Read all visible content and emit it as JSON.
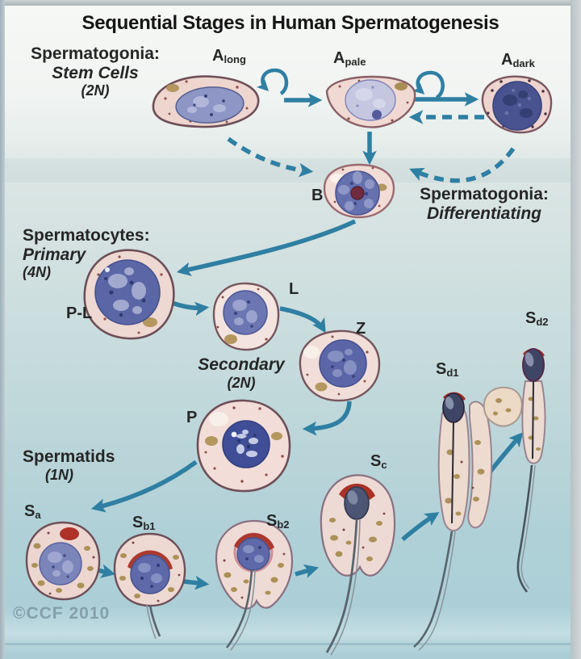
{
  "title": "Sequential Stages in Human Spermatogenesis",
  "copyright": "©CCF 2010",
  "groups": {
    "stem": {
      "line1": "Spermatogonia:",
      "line2": "Stem Cells",
      "line3": "(2N)"
    },
    "differentiating": {
      "line1": "Spermatogonia:",
      "line2": "Differentiating"
    },
    "primary": {
      "line1": "Spermatocytes:",
      "line2": "Primary",
      "line3": "(4N)"
    },
    "secondary": {
      "line1": "Secondary",
      "line2": "(2N)"
    },
    "spermatids": {
      "line1": "Spermatids",
      "line2": "(1N)"
    }
  },
  "stages": {
    "a_long": {
      "base": "A",
      "sub": "long"
    },
    "a_pale": {
      "base": "A",
      "sub": "pale"
    },
    "a_dark": {
      "base": "A",
      "sub": "dark"
    },
    "b": {
      "base": "B",
      "sub": ""
    },
    "p_l": {
      "base": "P-L",
      "sub": ""
    },
    "l": {
      "base": "L",
      "sub": ""
    },
    "z": {
      "base": "Z",
      "sub": ""
    },
    "p": {
      "base": "P",
      "sub": ""
    },
    "s_a": {
      "base": "S",
      "sub": "a"
    },
    "s_b1": {
      "base": "S",
      "sub": "b1"
    },
    "s_b2": {
      "base": "S",
      "sub": "b2"
    },
    "s_c": {
      "base": "S",
      "sub": "c"
    },
    "s_d1": {
      "base": "S",
      "sub": "d1"
    },
    "s_d2": {
      "base": "S",
      "sub": "d2"
    }
  },
  "colors": {
    "arrow": "#2f7fa3",
    "cytoplasm": "#efd9d3",
    "cell_outline": "#6e4f58",
    "nucleus_blue": "#5a66a6",
    "nucleus_pale": "#c5c6e0",
    "nucleus_dark": "#48538f",
    "acrosome_red": "#a83226",
    "background_top": "#f6f8f5",
    "background_bottom": "#accfd7"
  }
}
